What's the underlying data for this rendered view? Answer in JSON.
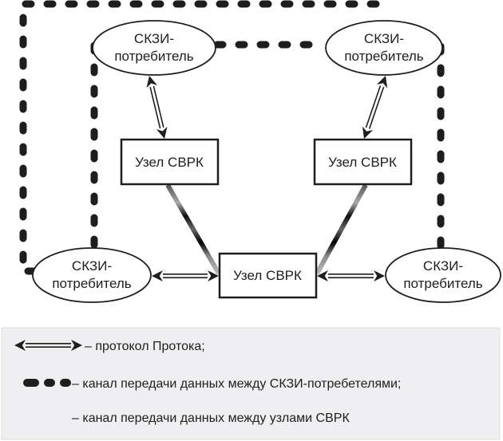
{
  "diagram": {
    "consumers": [
      {
        "id": "consumer-top-left",
        "line1": "СКЗИ-",
        "line2": "потребитель"
      },
      {
        "id": "consumer-top-right",
        "line1": "СКЗИ-",
        "line2": "потребитель"
      },
      {
        "id": "consumer-bottom-left",
        "line1": "СКЗИ-",
        "line2": "потребитель"
      },
      {
        "id": "consumer-bottom-right",
        "line1": "СКЗИ-",
        "line2": "потребитель"
      }
    ],
    "nodes": [
      {
        "id": "node-left",
        "label": "Узел СВРК"
      },
      {
        "id": "node-right",
        "label": "Узел СВРК"
      },
      {
        "id": "node-bottom",
        "label": "Узел СВРК"
      }
    ],
    "connections": {
      "protocol": [
        {
          "from": "consumer-top-left",
          "to": "node-left"
        },
        {
          "from": "consumer-top-right",
          "to": "node-right"
        },
        {
          "from": "consumer-bottom-left",
          "to": "node-bottom"
        },
        {
          "from": "consumer-bottom-right",
          "to": "node-bottom"
        }
      ],
      "consumer_channel": [
        {
          "from": "consumer-bottom-left",
          "to": "consumer-top-right"
        },
        {
          "from": "consumer-top-left",
          "to": "consumer-bottom-left"
        },
        {
          "from": "consumer-top-left",
          "to": "consumer-top-right"
        },
        {
          "from": "consumer-top-right",
          "to": "consumer-bottom-right"
        }
      ],
      "node_channel": [
        {
          "from": "node-left",
          "to": "node-right"
        },
        {
          "from": "node-left",
          "to": "node-bottom"
        },
        {
          "from": "node-right",
          "to": "node-bottom"
        }
      ]
    }
  },
  "legend": {
    "items": [
      {
        "symbol": "double-arrow",
        "text": "– протокол Протока;"
      },
      {
        "symbol": "dashed-line",
        "text": "– канал передачи данных между СКЗИ-потребетелями;"
      },
      {
        "symbol": "gradient-line",
        "text": "– канал передачи данных между узлами СВРК"
      }
    ]
  },
  "colors": {
    "ink": "#1e1e1e",
    "legend_background": "#efeff1",
    "node_fill": "#ffffff"
  }
}
